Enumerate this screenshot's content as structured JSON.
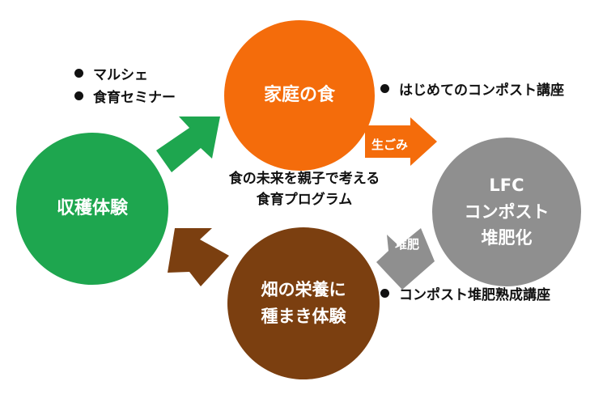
{
  "circles": {
    "home": {
      "label": "家庭の食",
      "color": "#f46c0b"
    },
    "harvest": {
      "label": "収穫体験",
      "color": "#1ea64f"
    },
    "lfc": {
      "line1": "LFC",
      "line2": "コンポスト",
      "line3": "堆肥化",
      "color": "#8f8f8f"
    },
    "field": {
      "line1": "畑の栄養に",
      "line2": "種まき体験",
      "color": "#7b3f10"
    }
  },
  "center": {
    "line1": "食の未来を親子で考える",
    "line2": "食育プログラム"
  },
  "bullets": {
    "left": [
      "マルシェ",
      "食育セミナー"
    ],
    "top": [
      "はじめてのコンポスト講座"
    ],
    "bottom": [
      "コンポスト堆肥熟成講座"
    ]
  },
  "arrows": {
    "raw_garbage": {
      "label": "生ごみ",
      "color": "#f46c0b"
    },
    "compost": {
      "label": "堆肥",
      "color": "#8f8f8f"
    },
    "to_home_color": "#1ea64f",
    "to_harvest_color": "#7b3f10"
  }
}
